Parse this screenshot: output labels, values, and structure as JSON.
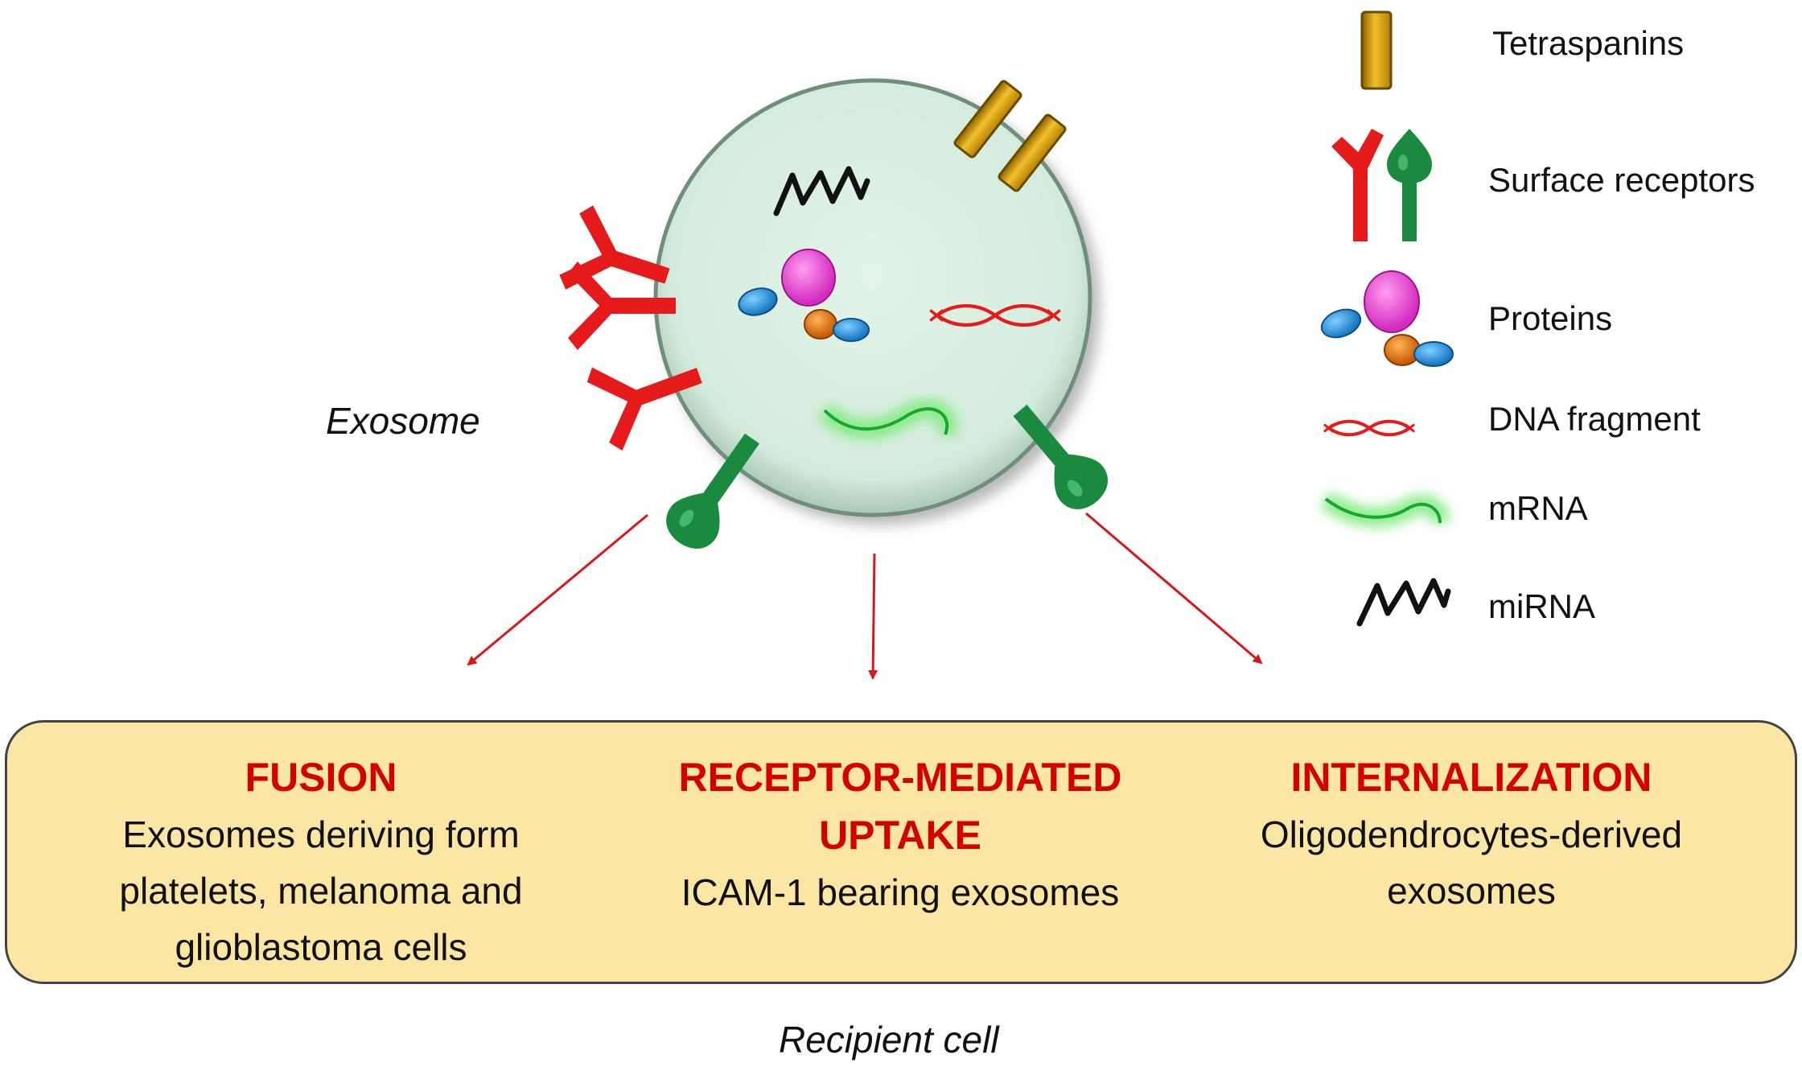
{
  "labels": {
    "exosome": "Exosome",
    "recipient_cell": "Recipient cell"
  },
  "legend": [
    {
      "icon": "tetraspanin-icon",
      "label": "Tetraspanins"
    },
    {
      "icon": "surface-receptors-icon",
      "label": "Surface receptors"
    },
    {
      "icon": "proteins-icon",
      "label": "Proteins"
    },
    {
      "icon": "dna-fragment-icon",
      "label": "DNA fragment"
    },
    {
      "icon": "mrna-icon",
      "label": "mRNA"
    },
    {
      "icon": "mirna-icon",
      "label": "miRNA"
    }
  ],
  "pathways": [
    {
      "title": "FUSION",
      "description": "Exosomes deriving form\nplatelets, melanoma and\nglioblastoma cells"
    },
    {
      "title": "RECEPTOR-MEDIATED\nUPTAKE",
      "description": "ICAM-1 bearing exosomes"
    },
    {
      "title": "INTERNALIZATION",
      "description": "Oligodendrocytes-derived\nexosomes"
    }
  ],
  "colors": {
    "exosome_fill": "#d8eedf",
    "arrow": "#d81818",
    "receptor_red": "#e51b1b",
    "receptor_green": "#1a8a3e",
    "tetraspanin": "#e0a514",
    "protein_pink": "#e64fd0",
    "protein_blue": "#2b8fd6",
    "protein_orange": "#e0720e",
    "box_fill": "#fbe6a4",
    "title_red": "#d40000"
  }
}
